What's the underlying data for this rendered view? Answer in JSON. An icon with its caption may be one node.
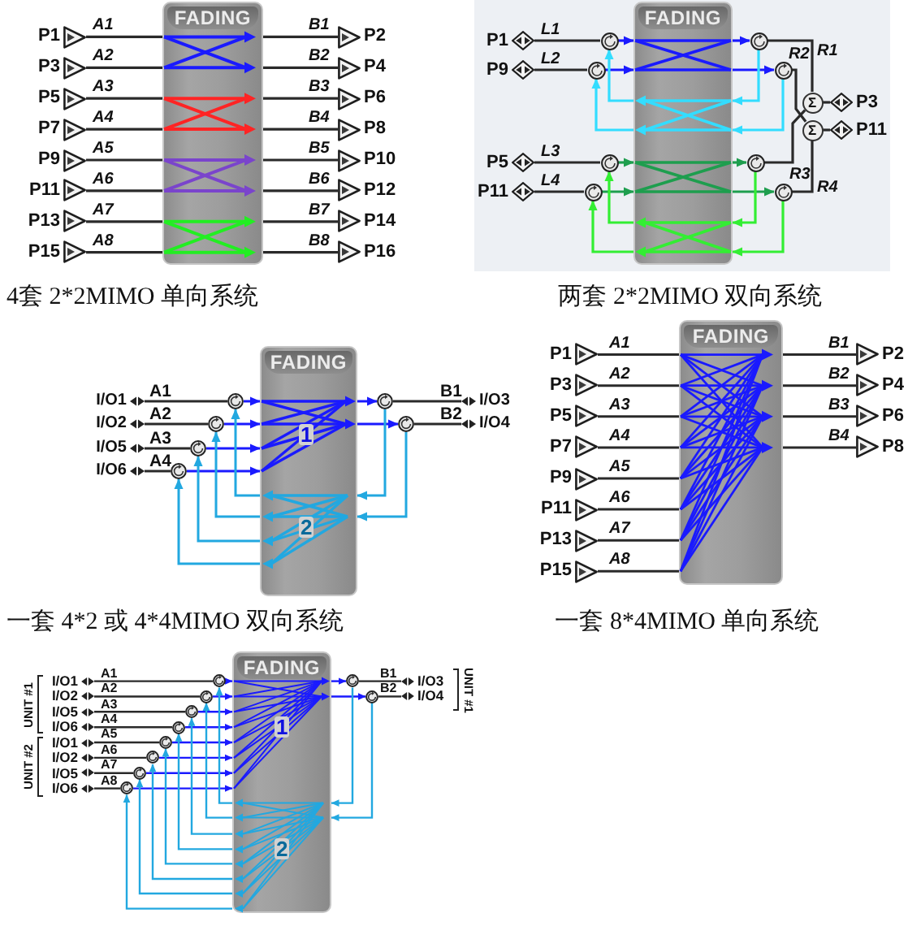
{
  "diagram": {
    "nodes": [
      {
        "text": [
          "FADING"
        ]
      },
      {
        "text": [
          "P1"
        ]
      },
      {
        "text": [
          "P3"
        ]
      },
      {
        "text": [
          "P5"
        ]
      },
      {
        "text": [
          "P7"
        ]
      },
      {
        "text": [
          "P9"
        ]
      },
      {
        "text": [
          "P11"
        ]
      },
      {
        "text": [
          "P13"
        ]
      },
      {
        "text": [
          "P15"
        ]
      },
      {
        "text": [
          "P2"
        ]
      },
      {
        "text": [
          "P4"
        ]
      },
      {
        "text": [
          "P6"
        ]
      },
      {
        "text": [
          "P8"
        ]
      },
      {
        "text": [
          "P10"
        ]
      },
      {
        "text": [
          "P12"
        ]
      },
      {
        "text": [
          "P14"
        ]
      },
      {
        "text": [
          "P16"
        ]
      },
      {
        "text": [
          "FADING"
        ]
      },
      {
        "text": [
          "P1"
        ]
      },
      {
        "text": [
          "P9"
        ]
      },
      {
        "text": [
          "P5"
        ]
      },
      {
        "text": [
          "P11"
        ]
      },
      {
        "text": [],
        "shape": "circle"
      },
      {
        "text": [],
        "shape": "circle"
      },
      {
        "text": [],
        "shape": "circle"
      },
      {
        "text": [],
        "shape": "circle"
      },
      {
        "text": [],
        "shape": "circle"
      },
      {
        "text": [],
        "shape": "circle"
      },
      {
        "text": [],
        "shape": "circle"
      },
      {
        "text": [],
        "shape": "circle"
      },
      {
        "text": [
          "Σ"
        ]
      },
      {
        "text": [
          "Σ"
        ]
      },
      {
        "text": [
          "P3"
        ]
      },
      {
        "text": [
          "P11"
        ]
      },
      {
        "text": [
          "FADING"
        ]
      },
      {
        "text": [
          "I/O1"
        ]
      },
      {
        "text": [
          "I/O2"
        ]
      },
      {
        "text": [
          "I/O5"
        ]
      },
      {
        "text": [
          "I/O6"
        ]
      },
      {
        "text": [],
        "shape": "circle"
      },
      {
        "text": [],
        "shape": "circle"
      },
      {
        "text": [],
        "shape": "circle"
      },
      {
        "text": [],
        "shape": "circle"
      },
      {
        "text": [],
        "shape": "circle"
      },
      {
        "text": [],
        "shape": "circle"
      },
      {
        "text": [
          "I/O3"
        ]
      },
      {
        "text": [
          "I/O4"
        ]
      },
      {
        "text": [
          "FADING"
        ]
      },
      {
        "text": [
          "P1"
        ]
      },
      {
        "text": [
          "P3"
        ]
      },
      {
        "text": [
          "P5"
        ]
      },
      {
        "text": [
          "P7"
        ]
      },
      {
        "text": [
          "P9"
        ]
      },
      {
        "text": [
          "P11"
        ]
      },
      {
        "text": [
          "P13"
        ]
      },
      {
        "text": [
          "P15"
        ]
      },
      {
        "text": [
          "P2"
        ]
      },
      {
        "text": [
          "P4"
        ]
      },
      {
        "text": [
          "P6"
        ]
      },
      {
        "text": [
          "P8"
        ]
      },
      {
        "text": [
          "FADING"
        ]
      },
      {
        "text": [
          "I/O1"
        ]
      },
      {
        "text": [
          "I/O2"
        ]
      },
      {
        "text": [
          "I/O5"
        ]
      },
      {
        "text": [
          "I/O6"
        ]
      },
      {
        "text": [
          "I/O1"
        ]
      },
      {
        "text": [
          "I/O2"
        ]
      },
      {
        "text": [
          "I/O5"
        ]
      },
      {
        "text": [
          "I/O6"
        ]
      },
      {
        "text": [],
        "shape": "circle"
      },
      {
        "text": [],
        "shape": "circle"
      },
      {
        "text": [],
        "shape": "circle"
      },
      {
        "text": [],
        "shape": "circle"
      },
      {
        "text": [],
        "shape": "circle"
      },
      {
        "text": [],
        "shape": "circle"
      },
      {
        "text": [],
        "shape": "circle"
      },
      {
        "text": [],
        "shape": "circle"
      },
      {
        "text": [],
        "shape": "circle"
      },
      {
        "text": [],
        "shape": "circle"
      },
      {
        "text": [
          "I/O3"
        ]
      },
      {
        "text": [
          "I/O4"
        ]
      }
    ],
    "edges": [
      {
        "from": 1,
        "to": 0,
        "arrow": "none",
        "label": "A1"
      },
      {
        "from": 2,
        "to": 0,
        "arrow": "none",
        "label": "A2"
      },
      {
        "from": 3,
        "to": 0,
        "arrow": "none",
        "label": "A3"
      },
      {
        "from": 4,
        "to": 0,
        "arrow": "none",
        "label": "A4"
      },
      {
        "from": 5,
        "to": 0,
        "arrow": "none",
        "label": "A5"
      },
      {
        "from": 6,
        "to": 0,
        "arrow": "none",
        "label": "A6"
      },
      {
        "from": 7,
        "to": 0,
        "arrow": "none",
        "label": "A7"
      },
      {
        "from": 8,
        "to": 0,
        "arrow": "none",
        "label": "A8"
      },
      {
        "from": 0,
        "to": 9,
        "arrow": "none",
        "label": "B1"
      },
      {
        "from": 0,
        "to": 10,
        "arrow": "none",
        "label": "B2"
      },
      {
        "from": 0,
        "to": 11,
        "arrow": "none",
        "label": "B3"
      },
      {
        "from": 0,
        "to": 12,
        "arrow": "none",
        "label": "B4"
      },
      {
        "from": 0,
        "to": 13,
        "arrow": "none",
        "label": "B5"
      },
      {
        "from": 0,
        "to": 14,
        "arrow": "none",
        "label": "B6"
      },
      {
        "from": 0,
        "to": 15,
        "arrow": "none",
        "label": "B7"
      },
      {
        "from": 0,
        "to": 16,
        "arrow": "none",
        "label": "B8"
      },
      {
        "from": 18,
        "to": 22,
        "arrow": "none",
        "label": "L1"
      },
      {
        "from": 19,
        "to": 23,
        "arrow": "none",
        "label": "L2"
      },
      {
        "from": 20,
        "to": 24,
        "arrow": "none",
        "label": "L3"
      },
      {
        "from": 21,
        "to": 25,
        "arrow": "none",
        "label": "L4"
      },
      {
        "from": 22,
        "to": 17,
        "arrow": "to",
        "color": "#1a1aff"
      },
      {
        "from": 23,
        "to": 17,
        "arrow": "to",
        "color": "#1a1aff"
      },
      {
        "from": 24,
        "to": 17,
        "arrow": "to",
        "color": "#1e9e4e"
      },
      {
        "from": 25,
        "to": 17,
        "arrow": "to",
        "color": "#1e9e4e"
      },
      {
        "from": 17,
        "to": 26,
        "arrow": "to",
        "color": "#1a1aff"
      },
      {
        "from": 17,
        "to": 27,
        "arrow": "to",
        "color": "#1a1aff"
      },
      {
        "from": 17,
        "to": 28,
        "arrow": "to",
        "color": "#1e9e4e"
      },
      {
        "from": 17,
        "to": 29,
        "arrow": "to",
        "color": "#1e9e4e"
      },
      {
        "from": 26,
        "to": 17,
        "arrow": "to",
        "color": "#33ddff"
      },
      {
        "from": 27,
        "to": 17,
        "arrow": "to",
        "color": "#33ddff"
      },
      {
        "from": 28,
        "to": 17,
        "arrow": "to",
        "color": "#33ee33"
      },
      {
        "from": 29,
        "to": 17,
        "arrow": "to",
        "color": "#33ee33"
      },
      {
        "from": 17,
        "to": 22,
        "arrow": "to",
        "color": "#33ddff"
      },
      {
        "from": 17,
        "to": 23,
        "arrow": "to",
        "color": "#33ddff"
      },
      {
        "from": 17,
        "to": 24,
        "arrow": "to",
        "color": "#33ee33"
      },
      {
        "from": 17,
        "to": 25,
        "arrow": "to",
        "color": "#33ee33"
      },
      {
        "from": 26,
        "to": 30,
        "arrow": "none",
        "label": "R1"
      },
      {
        "from": 27,
        "to": 31,
        "arrow": "none",
        "label": "R2"
      },
      {
        "from": 28,
        "to": 30,
        "arrow": "none",
        "label": "R3"
      },
      {
        "from": 29,
        "to": 31,
        "arrow": "none",
        "label": "R4"
      },
      {
        "from": 30,
        "to": 32,
        "arrow": "none"
      },
      {
        "from": 31,
        "to": 33,
        "arrow": "none"
      },
      {
        "from": 35,
        "to": 39,
        "arrow": "none",
        "label": "A1"
      },
      {
        "from": 36,
        "to": 40,
        "arrow": "none",
        "label": "A2"
      },
      {
        "from": 37,
        "to": 41,
        "arrow": "none",
        "label": "A3"
      },
      {
        "from": 38,
        "to": 42,
        "arrow": "none",
        "label": "A4"
      },
      {
        "from": 39,
        "to": 34,
        "arrow": "to",
        "color": "#1a1aff"
      },
      {
        "from": 40,
        "to": 34,
        "arrow": "to",
        "color": "#1a1aff"
      },
      {
        "from": 41,
        "to": 34,
        "arrow": "to",
        "color": "#1a1aff"
      },
      {
        "from": 42,
        "to": 34,
        "arrow": "to",
        "color": "#1a1aff"
      },
      {
        "from": 34,
        "to": 43,
        "arrow": "to",
        "color": "#1a1aff"
      },
      {
        "from": 34,
        "to": 44,
        "arrow": "to",
        "color": "#1a1aff"
      },
      {
        "from": 43,
        "to": 45,
        "arrow": "none",
        "label": "B1"
      },
      {
        "from": 44,
        "to": 46,
        "arrow": "none",
        "label": "B2"
      },
      {
        "from": 43,
        "to": 34,
        "arrow": "to",
        "color": "#22a8e0"
      },
      {
        "from": 44,
        "to": 34,
        "arrow": "to",
        "color": "#22a8e0"
      },
      {
        "from": 34,
        "to": 39,
        "arrow": "to",
        "color": "#22a8e0"
      },
      {
        "from": 34,
        "to": 40,
        "arrow": "to",
        "color": "#22a8e0"
      },
      {
        "from": 34,
        "to": 41,
        "arrow": "to",
        "color": "#22a8e0"
      },
      {
        "from": 34,
        "to": 42,
        "arrow": "to",
        "color": "#22a8e0"
      },
      {
        "from": 48,
        "to": 47,
        "arrow": "none",
        "label": "A1"
      },
      {
        "from": 49,
        "to": 47,
        "arrow": "none",
        "label": "A2"
      },
      {
        "from": 50,
        "to": 47,
        "arrow": "none",
        "label": "A3"
      },
      {
        "from": 51,
        "to": 47,
        "arrow": "none",
        "label": "A4"
      },
      {
        "from": 52,
        "to": 47,
        "arrow": "none",
        "label": "A5"
      },
      {
        "from": 53,
        "to": 47,
        "arrow": "none",
        "label": "A6"
      },
      {
        "from": 54,
        "to": 47,
        "arrow": "none",
        "label": "A7"
      },
      {
        "from": 55,
        "to": 47,
        "arrow": "none",
        "label": "A8"
      },
      {
        "from": 47,
        "to": 56,
        "arrow": "none",
        "label": "B1"
      },
      {
        "from": 47,
        "to": 57,
        "arrow": "none",
        "label": "B2"
      },
      {
        "from": 47,
        "to": 58,
        "arrow": "none",
        "label": "B3"
      },
      {
        "from": 47,
        "to": 59,
        "arrow": "none",
        "label": "B4"
      },
      {
        "from": 61,
        "to": 69,
        "arrow": "none",
        "label": "A1"
      },
      {
        "from": 62,
        "to": 70,
        "arrow": "none",
        "label": "A2"
      },
      {
        "from": 63,
        "to": 71,
        "arrow": "none",
        "label": "A3"
      },
      {
        "from": 64,
        "to": 72,
        "arrow": "none",
        "label": "A4"
      },
      {
        "from": 65,
        "to": 73,
        "arrow": "none",
        "label": "A5"
      },
      {
        "from": 66,
        "to": 74,
        "arrow": "none",
        "label": "A6"
      },
      {
        "from": 67,
        "to": 75,
        "arrow": "none",
        "label": "A7"
      },
      {
        "from": 68,
        "to": 76,
        "arrow": "none",
        "label": "A8"
      },
      {
        "from": 69,
        "to": 60,
        "arrow": "to",
        "color": "#1a1aff"
      },
      {
        "from": 70,
        "to": 60,
        "arrow": "to",
        "color": "#1a1aff"
      },
      {
        "from": 71,
        "to": 60,
        "arrow": "to",
        "color": "#1a1aff"
      },
      {
        "from": 72,
        "to": 60,
        "arrow": "to",
        "color": "#1a1aff"
      },
      {
        "from": 73,
        "to": 60,
        "arrow": "to",
        "color": "#1a1aff"
      },
      {
        "from": 74,
        "to": 60,
        "arrow": "to",
        "color": "#1a1aff"
      },
      {
        "from": 75,
        "to": 60,
        "arrow": "to",
        "color": "#1a1aff"
      },
      {
        "from": 76,
        "to": 60,
        "arrow": "to",
        "color": "#1a1aff"
      },
      {
        "from": 60,
        "to": 77,
        "arrow": "to",
        "color": "#1a1aff"
      },
      {
        "from": 60,
        "to": 78,
        "arrow": "to",
        "color": "#1a1aff"
      },
      {
        "from": 77,
        "to": 79,
        "arrow": "none",
        "label": "B1"
      },
      {
        "from": 78,
        "to": 80,
        "arrow": "none",
        "label": "B2"
      },
      {
        "from": 77,
        "to": 60,
        "arrow": "to",
        "color": "#22a8e0"
      },
      {
        "from": 78,
        "to": 60,
        "arrow": "to",
        "color": "#22a8e0"
      },
      {
        "from": 60,
        "to": 69,
        "arrow": "to",
        "color": "#22a8e0"
      },
      {
        "from": 60,
        "to": 70,
        "arrow": "to",
        "color": "#22a8e0"
      },
      {
        "from": 60,
        "to": 71,
        "arrow": "to",
        "color": "#22a8e0"
      },
      {
        "from": 60,
        "to": 72,
        "arrow": "to",
        "color": "#22a8e0"
      },
      {
        "from": 60,
        "to": 73,
        "arrow": "to",
        "color": "#22a8e0"
      },
      {
        "from": 60,
        "to": 74,
        "arrow": "to",
        "color": "#22a8e0"
      },
      {
        "from": 60,
        "to": 75,
        "arrow": "to",
        "color": "#22a8e0"
      },
      {
        "from": 60,
        "to": 76,
        "arrow": "to",
        "color": "#22a8e0"
      }
    ],
    "labels": [
      "4套 2*2MIMO 单向系统",
      "两套 2*2MIMO 双向系统",
      "1",
      "2",
      "一套 4*2 或 4*4MIMO 双向系统",
      "一套 8*4MIMO 单向系统",
      "UNIT #1",
      "UNIT #2",
      "1",
      "2",
      "UNIT #1"
    ]
  }
}
